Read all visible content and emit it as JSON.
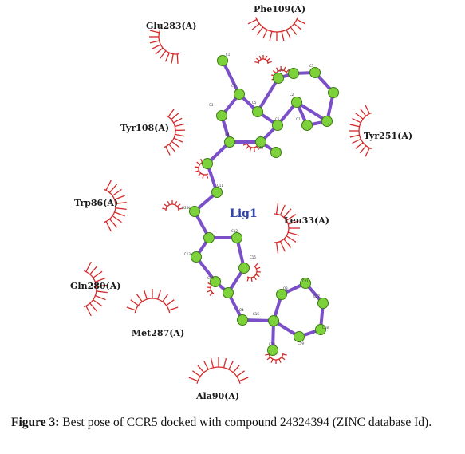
{
  "ligand_name": "Lig1",
  "residues": [
    "Phe109(A)",
    "Glu283(A)",
    "Tyr108(A)",
    "Tyr251(A)",
    "Trp86(A)",
    "Leu33(A)",
    "Gln280(A)",
    "Met287(A)",
    "Ala90(A)"
  ],
  "atom_labels": [
    "C1",
    "C4",
    "C3",
    "C5",
    "C6",
    "C2",
    "C8",
    "C9",
    "C10",
    "C7",
    "O1",
    "C11",
    "O2",
    "N",
    "C12",
    "C13",
    "C15",
    "C14",
    "C16",
    "C17",
    "C18",
    "C19",
    "O3",
    "C20",
    "C21",
    "O4"
  ],
  "caption": {
    "label": "Figure 3:",
    "text": " Best pose of CCR5 docked with compound 24324394 (ZINC database Id)."
  },
  "colors": {
    "bond": "#7b4fc8",
    "atom_fill": "#7dd13a",
    "atom_stroke": "#3c7a14",
    "hydrophobic_arc": "#d42a2a",
    "ligand_label": "#3344aa"
  }
}
